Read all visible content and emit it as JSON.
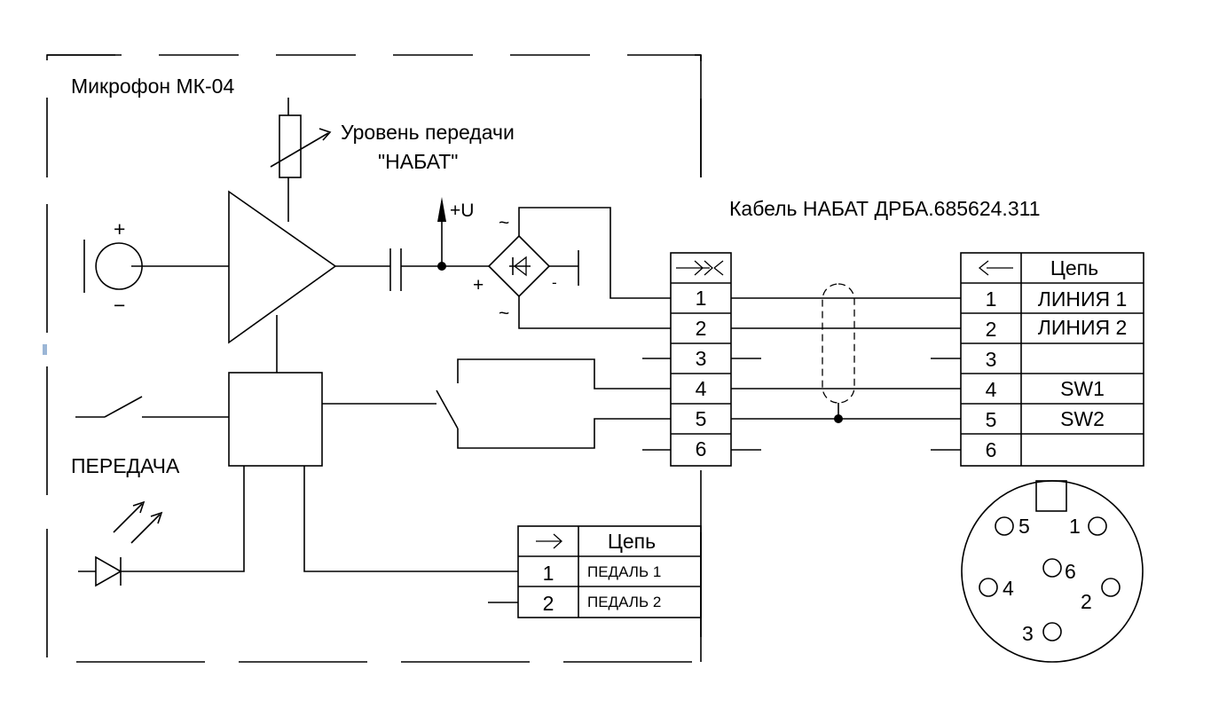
{
  "microphone": {
    "title": "Микрофон МК-04",
    "level_label": "Уровень передачи",
    "level_label_2": "\"НАБАТ\"",
    "supply": "+U",
    "mic_plus": "+",
    "mic_minus": "−",
    "bridge_ac_top": "~",
    "bridge_ac_bottom": "~",
    "bridge_plus": "+",
    "bridge_minus": "-",
    "ptt_label": "ПЕРЕДАЧА"
  },
  "cable": {
    "title": "Кабель НАБАТ ДРБА.685624.311"
  },
  "left_connector": {
    "pins": [
      "1",
      "2",
      "3",
      "4",
      "5",
      "6"
    ]
  },
  "right_connector": {
    "header": "Цепь",
    "rows": [
      {
        "pin": "1",
        "signal": "ЛИНИЯ 1"
      },
      {
        "pin": "2",
        "signal": "ЛИНИЯ 2"
      },
      {
        "pin": "3",
        "signal": ""
      },
      {
        "pin": "4",
        "signal": "SW1"
      },
      {
        "pin": "5",
        "signal": "SW2"
      },
      {
        "pin": "6",
        "signal": ""
      }
    ]
  },
  "pedal_connector": {
    "header": "Цепь",
    "rows": [
      {
        "pin": "1",
        "signal": "ПЕДАЛЬ 1"
      },
      {
        "pin": "2",
        "signal": "ПЕДАЛЬ 2"
      }
    ]
  },
  "socket_pins": {
    "p1": "1",
    "p2": "2",
    "p3": "3",
    "p4": "4",
    "p5": "5",
    "p6": "6"
  }
}
